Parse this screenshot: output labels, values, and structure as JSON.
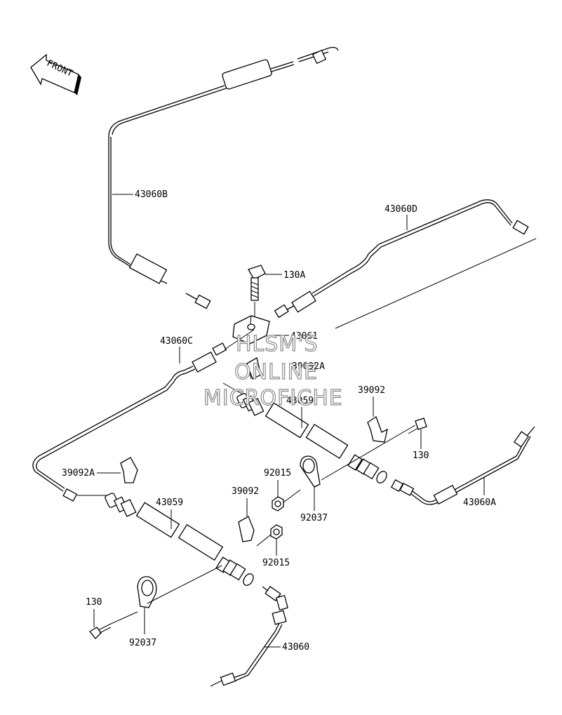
{
  "front_arrow": {
    "text": "FRONT"
  },
  "watermark": {
    "line1": "HLSM'S",
    "line2": "ONLINE",
    "line3": "MICROFICHE"
  },
  "labels": {
    "l_43060B": "43060B",
    "l_43060D": "43060D",
    "l_130A": "130A",
    "l_43061": "43061",
    "l_43060C": "43060C",
    "l_39092A_top": "39092A",
    "l_39092_top": "39092",
    "l_43059_top": "43059",
    "l_130_right": "130",
    "l_39092A_left": "39092A",
    "l_92015_top": "92015",
    "l_39092_mid": "39092",
    "l_43059_left": "43059",
    "l_92037_mid": "92037",
    "l_43060A": "43060A",
    "l_92015_bottom": "92015",
    "l_130_left": "130",
    "l_92037_bottom": "92037",
    "l_43060": "43060"
  }
}
